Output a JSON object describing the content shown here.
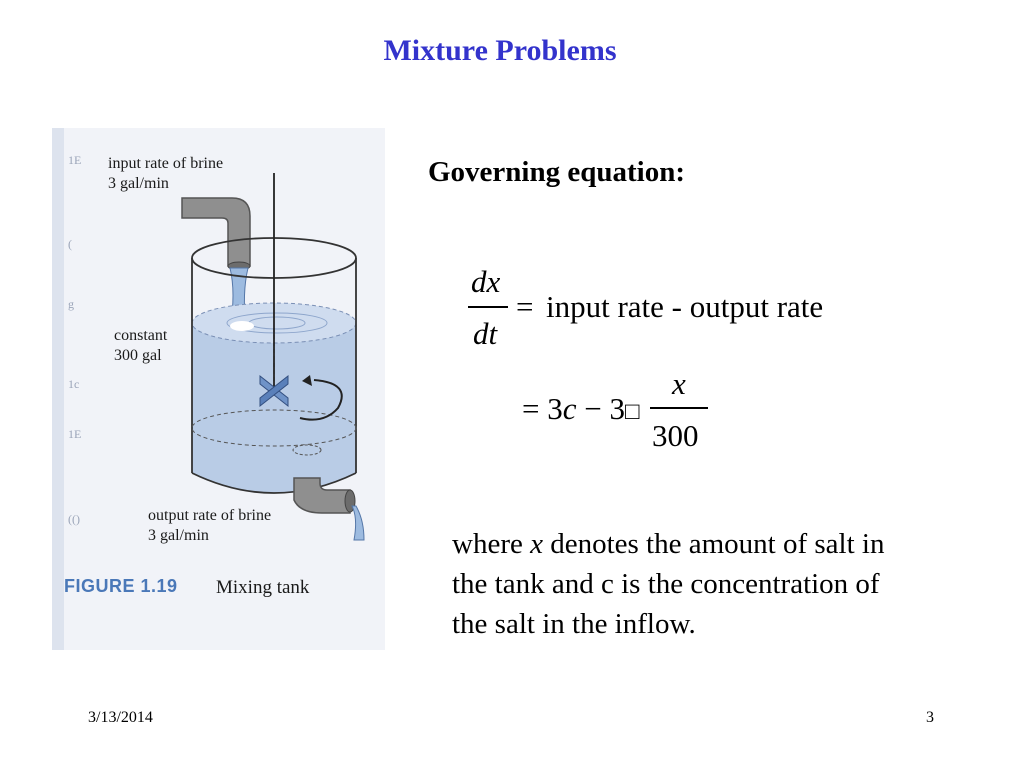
{
  "slide": {
    "title": "Mixture Problems",
    "heading": "Governing equation:",
    "equation": {
      "lhs_numerator": "dx",
      "lhs_denominator": "dt",
      "equals": "=",
      "rhs": "input rate - output rate",
      "line2_prefix": "= 3",
      "line2_c": "c",
      "line2_minus": " − 3",
      "line2_box": "□",
      "line2_frac_numerator": "x",
      "line2_frac_denominator": "300"
    },
    "paragraph": {
      "part1": "where ",
      "var_x": "x",
      "part2": " denotes the amount of salt in the tank and c is the concentration of the salt in the inflow."
    },
    "footer": {
      "date": "3/13/2014",
      "page_number": "3"
    }
  },
  "figure": {
    "input_label_line1": "input rate of brine",
    "input_label_line2": "3 gal/min",
    "constant_label_line1": "constant",
    "constant_label_line2": "300 gal",
    "output_label_line1": "output rate of brine",
    "output_label_line2": "3 gal/min",
    "caption_label": "FIGURE 1.19",
    "caption_text": "Mixing tank",
    "colors": {
      "title": "#3333cc",
      "caption_label": "#4a78b8",
      "water": "#b9cce6",
      "pipe": "#8f8f8f"
    }
  }
}
